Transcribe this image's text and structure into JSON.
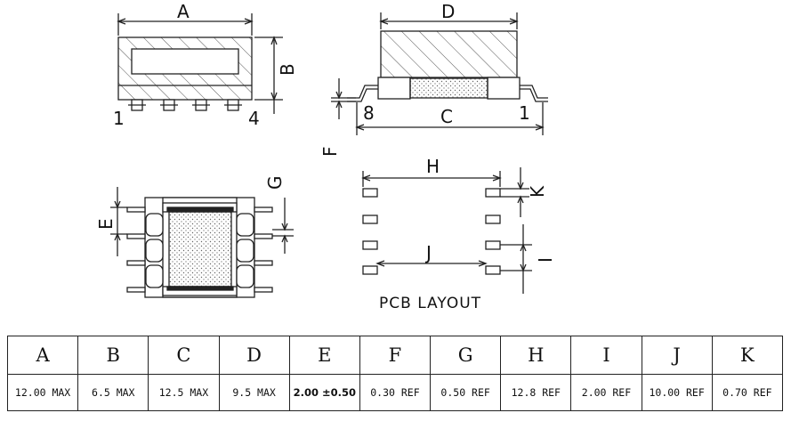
{
  "labels": {
    "A": "A",
    "B": "B",
    "C": "C",
    "D": "D",
    "E": "E",
    "F": "F",
    "G": "G",
    "H": "H",
    "I": "I",
    "J": "J",
    "K": "K",
    "pin1_top": "1",
    "pin4": "4",
    "pin8": "8",
    "pin1_side": "1",
    "pcb_layout": "PCB LAYOUT"
  },
  "table": {
    "headers": [
      "A",
      "B",
      "C",
      "D",
      "E",
      "F",
      "G",
      "H",
      "I",
      "J",
      "K"
    ],
    "values": [
      "12.00 MAX",
      "6.5 MAX",
      "12.5 MAX",
      "9.5 MAX",
      "2.00 ±0.50",
      "0.30 REF",
      "0.50 REF",
      "12.8 REF",
      "2.00 REF",
      "10.00 REF",
      "0.70 REF"
    ]
  }
}
